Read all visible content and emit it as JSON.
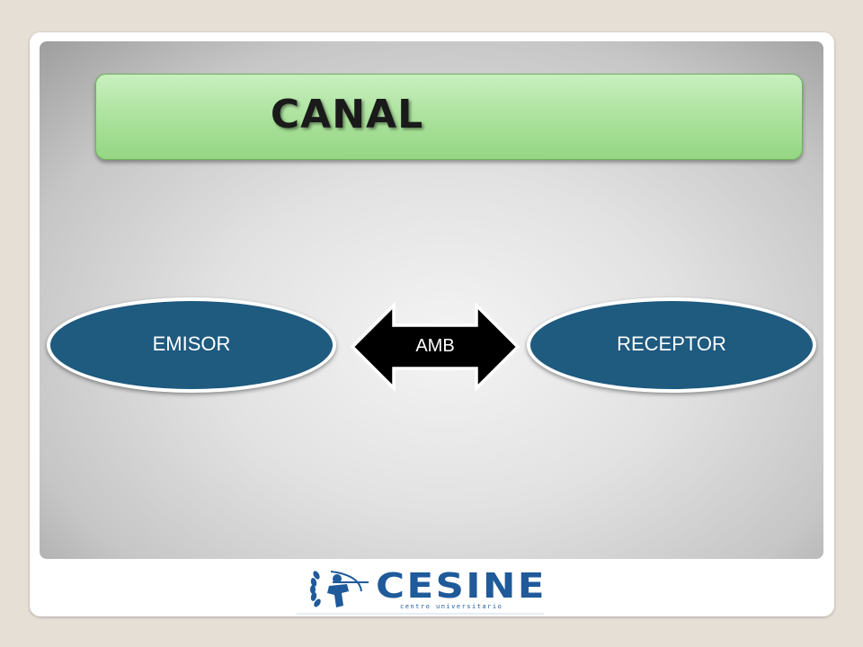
{
  "slide": {
    "title": "CANAL",
    "nodes": {
      "sender": "EMISOR",
      "receiver": "RECEPTOR"
    },
    "connector": {
      "label": "AMB"
    }
  },
  "logo": {
    "name": "CESINE",
    "subtitle": "centro universitario"
  },
  "colors": {
    "background": "#e6dfd6",
    "title_green": "#a9e19a",
    "oval_blue": "#1f5a7f",
    "arrow_black": "#000000",
    "logo_blue": "#1f5a9a"
  }
}
